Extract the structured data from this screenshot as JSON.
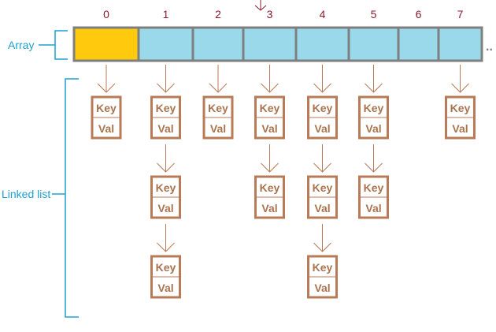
{
  "labels": {
    "array": "Array",
    "linked_list": "Linked list",
    "ellipsis": "..",
    "key": "Key",
    "val": "Val"
  },
  "array": {
    "indices": [
      "0",
      "1",
      "2",
      "3",
      "4",
      "5",
      "6",
      "7"
    ],
    "highlight_index": 0,
    "colors": {
      "highlight": "#ffc90e",
      "cell": "#99d9ea",
      "border": "#7f7f7f"
    }
  },
  "chains": [
    {
      "index": 0,
      "length": 1
    },
    {
      "index": 1,
      "length": 3
    },
    {
      "index": 2,
      "length": 1
    },
    {
      "index": 3,
      "length": 2
    },
    {
      "index": 4,
      "length": 3
    },
    {
      "index": 5,
      "length": 2
    },
    {
      "index": 6,
      "length": 0
    },
    {
      "index": 7,
      "length": 1
    }
  ],
  "colors": {
    "node": "#b97a57",
    "label": "#1ea0d0",
    "index": "#8b1a2b",
    "arrow": "#b97a57"
  }
}
